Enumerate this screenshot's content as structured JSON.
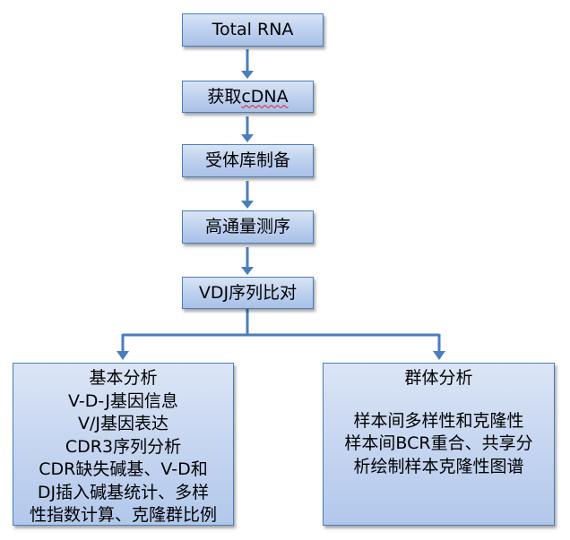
{
  "flow": {
    "step1": "Total RNA",
    "step2_prefix": "获取",
    "step2_underlined": "cDNA",
    "step3": "受体库制备",
    "step4": "高通量测序",
    "step5": "VDJ序列比对"
  },
  "basic_analysis": {
    "title": "基本分析",
    "lines": [
      "V-D-J基因信息",
      "V/J基因表达",
      "CDR3序列分析",
      "CDR缺失碱基、V-D和",
      "DJ插入碱基统计、多样",
      "性指数计算、克隆群比例"
    ]
  },
  "group_analysis": {
    "title": "群体分析",
    "lines": [
      "样本间多样性和克隆性",
      "样本间BCR重合、共享分",
      "析绘制样本克隆性图谱"
    ]
  },
  "colors": {
    "box_border": "#4a7ebb",
    "box_fill": "#c6d6f0",
    "arrow": "#4a7ebb",
    "spellcheck": "#e02020"
  }
}
